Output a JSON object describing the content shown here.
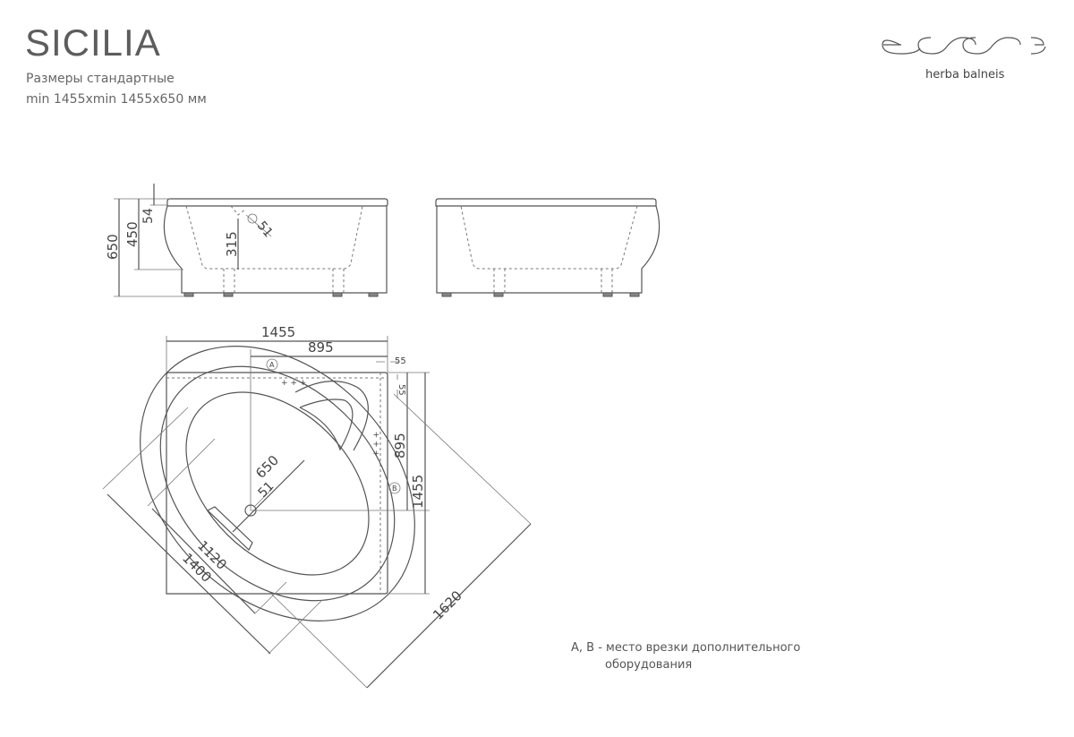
{
  "header": {
    "title": "SICILIA",
    "subtitle_line1": "Размеры стандартные",
    "subtitle_line2": "min 1455xmin 1455x650 мм"
  },
  "logo": {
    "mark": "esse",
    "tagline": "herba balneis"
  },
  "side_view": {
    "dims": {
      "total_height": "650",
      "inner_depth": "450",
      "rim": "54",
      "drain_height": "315",
      "drain_diameter": "51"
    }
  },
  "plan_view": {
    "dims": {
      "width": "1455",
      "drain_offset_x": "895",
      "margin_top": "55",
      "margin_right": "55",
      "drain_offset_y": "895",
      "depth": "1455",
      "bowl_width": "650",
      "drain_diameter": "51",
      "inner_length": "1120",
      "outer_length": "1400",
      "diagonal": "1620"
    },
    "markers": {
      "a": "A",
      "b": "B"
    }
  },
  "note": {
    "line1": "A, B - место врезки дополнительного",
    "line2": "оборудования"
  }
}
